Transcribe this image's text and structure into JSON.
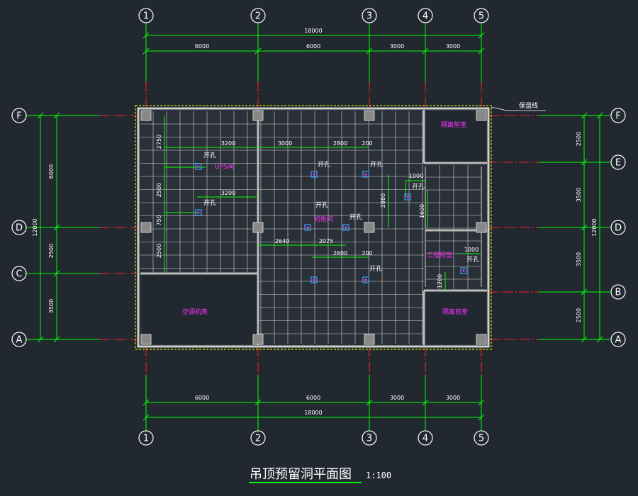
{
  "title": "吊顶预留洞平面图",
  "scale": "1:100",
  "colors": {
    "background": "#212830",
    "dimension": "#00ff00",
    "axis": "#ff2020",
    "wall": "#cccccc",
    "ceiling_grid": "#e0e0e0",
    "room_label": "#ff33ff",
    "hole": "#3aa0ff",
    "boundary": "#e0e000",
    "text": "#ffffff"
  },
  "grid_columns": [
    "1",
    "2",
    "3",
    "4",
    "5"
  ],
  "grid_rows_left": [
    "F",
    "D",
    "C",
    "A"
  ],
  "grid_rows_right": [
    "F",
    "E",
    "D",
    "B",
    "A"
  ],
  "top_dims": {
    "total": "18000",
    "segments": [
      "6000",
      "6000",
      "3000",
      "3000"
    ]
  },
  "bottom_dims": {
    "total": "18000",
    "segments": [
      "6000",
      "6000",
      "3000",
      "3000"
    ]
  },
  "left_dims": {
    "total": "12000",
    "segments": [
      "6000",
      "2500",
      "3500"
    ]
  },
  "right_dims": {
    "total": "12000",
    "segments": [
      "2500",
      "3500",
      "3500",
      "2500"
    ]
  },
  "rooms": {
    "ups": "UPS间",
    "machine": "机柜间",
    "ac": "空调机房",
    "vestibule_top": "隔离前室",
    "vestibule_bottom": "隔离前室",
    "corridor": "工程师室"
  },
  "boundary_label": "保温线",
  "hole_label": "开孔",
  "inner_dims": {
    "top_row": [
      "3200",
      "3000",
      "2800",
      "200"
    ],
    "mid_row": "3200",
    "lower_row": [
      "2640",
      "2075"
    ],
    "lower_row2": [
      "2600",
      "200"
    ],
    "left_col": [
      "2750",
      "2500",
      "750",
      "2500"
    ],
    "center_v": "2880",
    "right_v": "1600",
    "right_h": "1000",
    "right_h2": "1000",
    "right_v2": "1200"
  }
}
